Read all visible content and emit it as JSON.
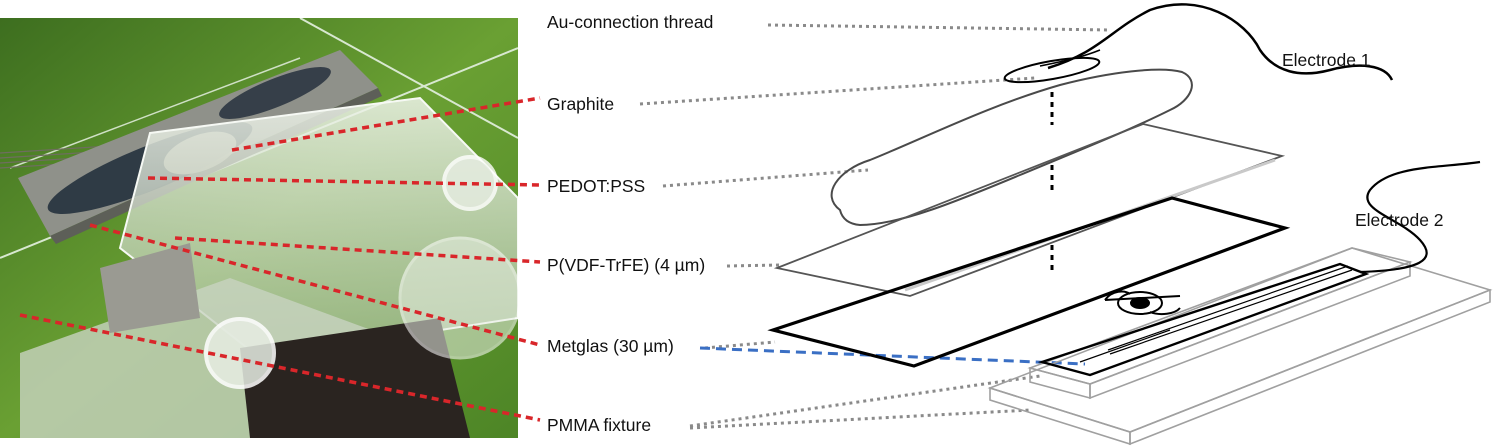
{
  "photo": {
    "description_icon": "device-photo",
    "colors": {
      "board": "#6aa033",
      "board_dark": "#2f5a18",
      "strip": "#8f918a",
      "ink": "#1f2b38",
      "pmma": "#dde6d8"
    }
  },
  "labels": {
    "au_thread": "Au-connection thread",
    "graphite": "Graphite",
    "pedot": "PEDOT:PSS",
    "pvdf": "P(VDF-TrFE) (4 µm)",
    "metglas": "Metglas (30 µm)",
    "pmma": "PMMA fixture",
    "electrode1": "Electrode 1",
    "electrode2": "Electrode 2"
  },
  "colors": {
    "leader_red": "#d9262a",
    "leader_gray": "#8a8a8a",
    "leader_blue": "#3a6fc4",
    "outline_black": "#000000",
    "outline_gray": "#9a9a9a"
  }
}
